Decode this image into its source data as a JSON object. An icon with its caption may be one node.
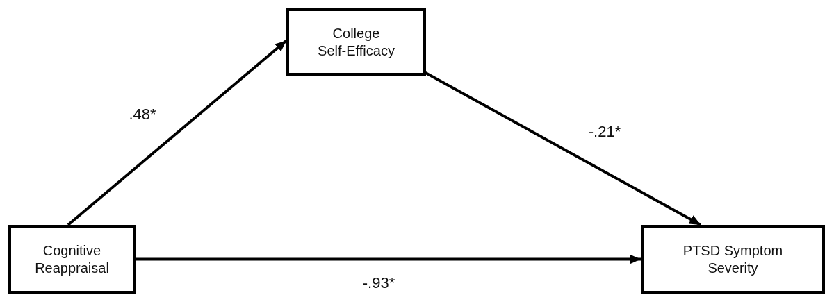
{
  "diagram": {
    "nodes": [
      {
        "text": [
          "College Self-Efficacy"
        ]
      },
      {
        "text": [
          "Cognitive Reappraisal"
        ]
      },
      {
        "text": [
          "PTSD Symptom Severity"
        ]
      }
    ],
    "edges": [
      {
        "from": 1,
        "to": 0,
        "arrow": "to",
        "label": ".48*"
      },
      {
        "from": 0,
        "to": 2,
        "arrow": "to",
        "label": "-.21*"
      },
      {
        "from": 1,
        "to": 2,
        "arrow": "to",
        "label": "-.93*"
      }
    ]
  }
}
